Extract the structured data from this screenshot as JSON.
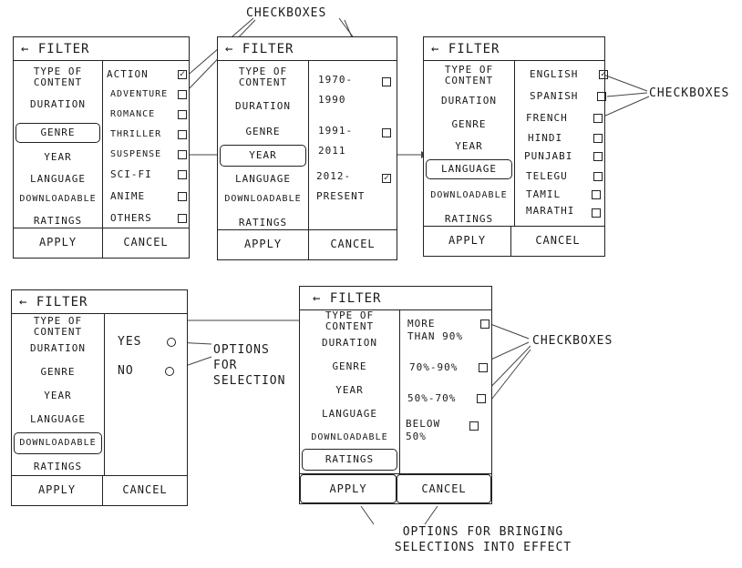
{
  "header": "← FILTER",
  "menu": [
    "TYPE OF CONTENT",
    "DURATION",
    "GENRE",
    "YEAR",
    "LANGUAGE",
    "DOWNLOADABLE",
    "RATINGS"
  ],
  "apply": "APPLY",
  "cancel": "CANCEL",
  "genre_options": [
    "ACTION",
    "ADVENTURE",
    "ROMANCE",
    "THRILLER",
    "SUSPENSE",
    "SCI-FI",
    "ANIME",
    "OTHERS"
  ],
  "year_options": [
    "1970-1990",
    "1991-2011",
    "2012-PRESENT"
  ],
  "language_options": [
    "ENGLISH",
    "SPANISH",
    "FRENCH",
    "HINDI",
    "PUNJABI",
    "TELEGU",
    "TAMIL",
    "MARATHI"
  ],
  "download_options": [
    "YES",
    "NO"
  ],
  "rating_options": [
    "MORE THAN 90%",
    "70%-90%",
    "50%-70%",
    "BELOW 50%"
  ],
  "annotations": {
    "checkboxes": "CHECKBOXES",
    "options": "OPTIONS FOR SELECTION",
    "bottom": "OPTIONS FOR BRINGING SELECTIONS INTO EFFECT"
  }
}
